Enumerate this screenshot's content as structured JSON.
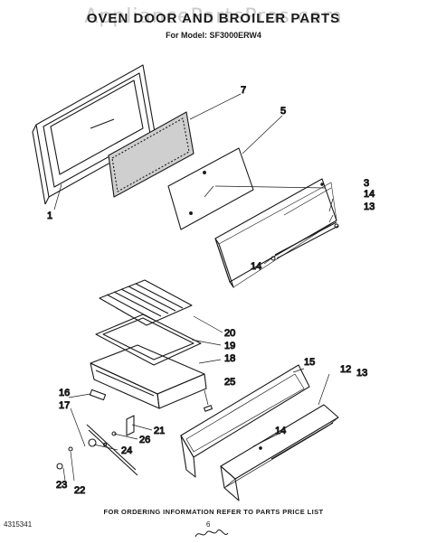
{
  "header": {
    "watermark": "AppliancePartsPros.com",
    "title": "OVEN DOOR AND BROILER PARTS",
    "model": "For Model: SF3000ERW4"
  },
  "callouts": [
    "1",
    "7",
    "5",
    "3",
    "14",
    "13",
    "14",
    "20",
    "19",
    "18",
    "16",
    "17",
    "25",
    "15",
    "12",
    "13",
    "14",
    "21",
    "26",
    "24",
    "23",
    "22"
  ],
  "footer": {
    "ordering_info": "FOR ORDERING INFORMATION REFER TO PARTS PRICE LIST",
    "doc_id": "4315341",
    "page_number": "6"
  }
}
